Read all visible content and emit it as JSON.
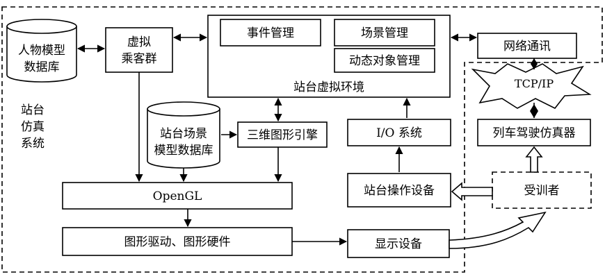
{
  "diagram": {
    "system_label": [
      "站台",
      "仿真",
      "系统"
    ],
    "nodes": {
      "human_db": [
        "人物模型",
        "数据库"
      ],
      "passengers": [
        "虚拟",
        "乘客群"
      ],
      "event_mgmt": "事件管理",
      "scene_mgmt": "场景管理",
      "dynamic_obj_mgmt": "动态对象管理",
      "station_env": "站台虚拟环境",
      "network": "网络通讯",
      "tcpip": "TCP/IP",
      "scene_db": [
        "站台场景",
        "模型数据库"
      ],
      "engine_3d": "三维图形引擎",
      "io_system": "I/O 系统",
      "train_sim": "列车驾驶仿真器",
      "opengl": "OpenGL",
      "station_ops": "站台操作设备",
      "trainee": "受训者",
      "graphics_driver": "图形驱动、图形硬件",
      "display": "显示设备"
    }
  }
}
